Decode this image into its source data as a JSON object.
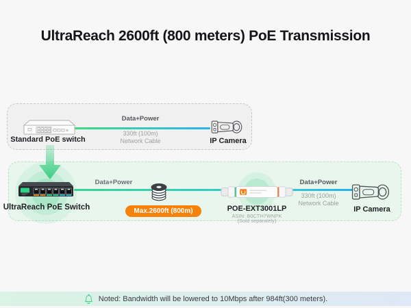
{
  "title": "UltraReach 2600ft (800 meters) PoE Transmission",
  "colors": {
    "accent_green": "#3fce85",
    "badge_orange": "#f6820c",
    "cable_gradient_start": "#3eda7c",
    "cable_gradient_end": "#29b1ea",
    "footer_gradient_start": "#d9f3e4",
    "footer_gradient_end": "#dee8f6",
    "standard_box_bg": "#f0f0f1",
    "ultra_box_bg": "#e9f6ee"
  },
  "standard_section": {
    "switch_label": "Standard PoE switch",
    "cable": {
      "power_label": "Data+Power",
      "length_label": "330ft (100m)",
      "type_label": "Network Cable"
    },
    "camera_label": "IP Camera"
  },
  "ultrareach_section": {
    "switch_label": "UltraReach PoE Switch",
    "cable1": {
      "power_label": "Data+Power"
    },
    "max_distance_badge": "Max.2600ft (800m)",
    "extender": {
      "model": "POE-EXT3001LP",
      "asin": "ASIN: B0CTH7WNPK",
      "availability": "(Sold separately)"
    },
    "cable2": {
      "power_label": "Data+Power",
      "length_label": "330ft (100m)",
      "type_label": "Network Cable"
    },
    "camera_label": "IP Camera"
  },
  "footer": {
    "note": "Noted: Bandwidth will be lowered to 10Mbps after 984ft(300 meters)."
  }
}
